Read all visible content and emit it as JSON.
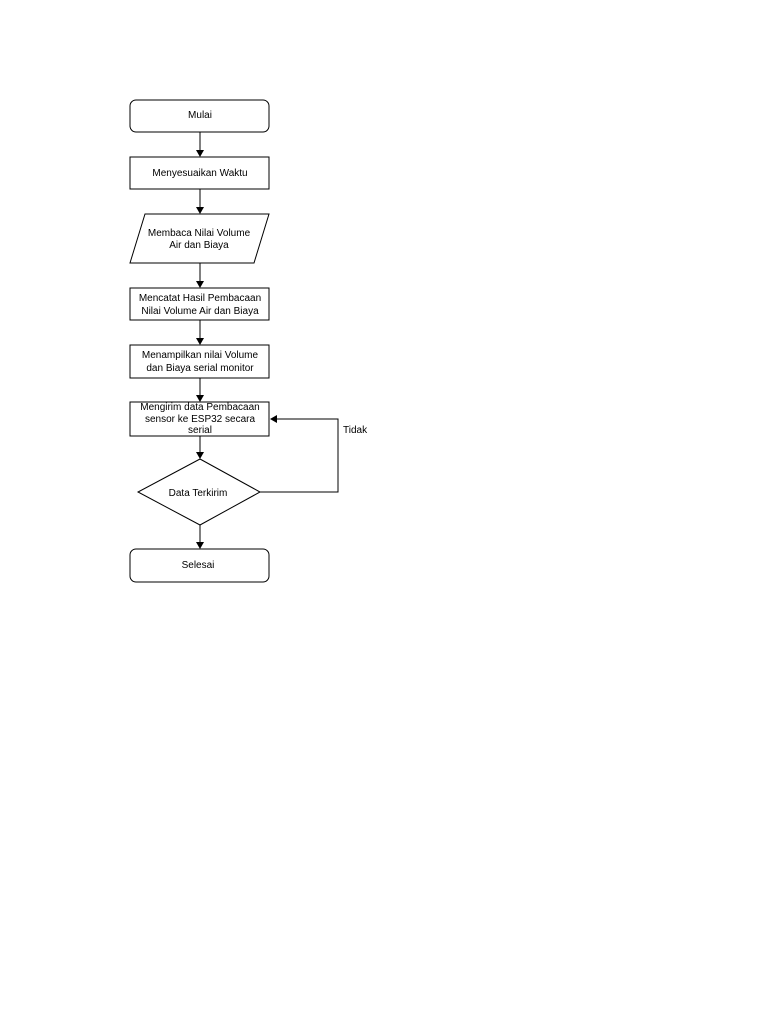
{
  "flowchart": {
    "nodes": {
      "start": {
        "lines": [
          "Mulai"
        ]
      },
      "adjust_time": {
        "lines": [
          "Menyesuaikan Waktu"
        ]
      },
      "read_values": {
        "lines": [
          "Membaca Nilai Volume",
          "Air dan Biaya"
        ]
      },
      "record_results": {
        "lines": [
          "Mencatat Hasil Pembacaan",
          "Nilai Volume Air dan Biaya"
        ]
      },
      "display_values": {
        "lines": [
          "Menampilkan nilai Volume",
          "dan Biaya serial monitor"
        ]
      },
      "send_data": {
        "lines": [
          "Mengirim data Pembacaan",
          "sensor ke ESP32 secara",
          "serial"
        ]
      },
      "data_sent_decision": {
        "lines": [
          "Data Terkirim"
        ]
      },
      "end": {
        "lines": [
          "Selesai"
        ]
      }
    },
    "edge_labels": {
      "no": "Tidak"
    }
  }
}
